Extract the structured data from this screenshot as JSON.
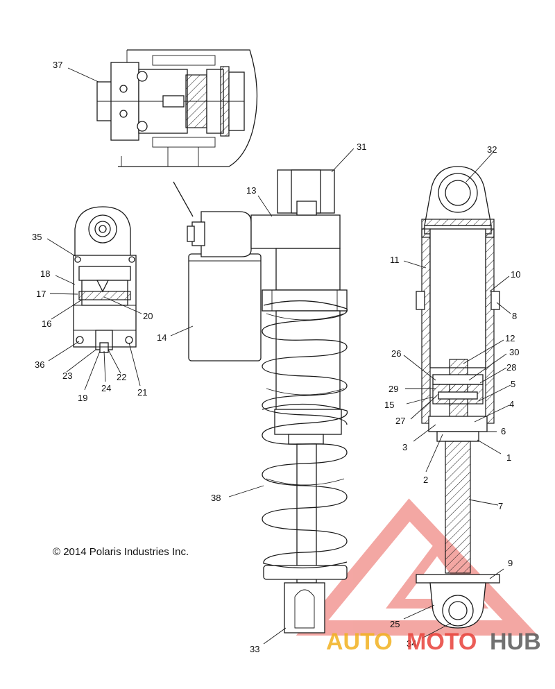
{
  "copyright": "© 2014 Polaris Industries Inc.",
  "watermark": {
    "part1": "AUTO",
    "part2": "MOTO",
    "part3": "HUB",
    "color_red": "#e8413a",
    "color_yellow": "#f2b11f",
    "color_gray": "#5a5a5a"
  },
  "callouts": {
    "c1": "1",
    "c2": "2",
    "c3": "3",
    "c4": "4",
    "c5": "5",
    "c6": "6",
    "c7": "7",
    "c8": "8",
    "c9": "9",
    "c10": "10",
    "c11": "11",
    "c12": "12",
    "c13": "13",
    "c14": "14",
    "c15": "15",
    "c16": "16",
    "c17": "17",
    "c18": "18",
    "c19": "19",
    "c20": "20",
    "c21": "21",
    "c22": "22",
    "c23": "23",
    "c24": "24",
    "c25": "25",
    "c26": "26",
    "c27": "27",
    "c28": "28",
    "c29": "29",
    "c30": "30",
    "c31": "31",
    "c32": "32",
    "c33": "33",
    "c34": "34",
    "c35": "35",
    "c36": "36",
    "c37": "37",
    "c38": "38"
  }
}
